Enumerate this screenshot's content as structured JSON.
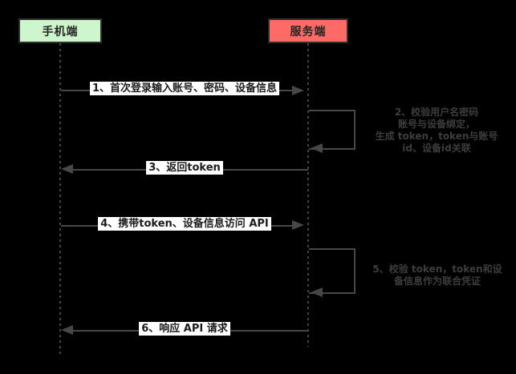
{
  "diagram": {
    "type": "sequence-diagram",
    "actors": [
      {
        "id": "mobile",
        "label": "手机端",
        "fill": "#cdf6cd",
        "border": "#2e2e2e"
      },
      {
        "id": "server",
        "label": "服务端",
        "fill": "#fe6a65",
        "border": "#2e2e2e"
      }
    ],
    "messages": [
      {
        "seq": "1",
        "type": "arrow",
        "from": "手机端",
        "to": "服务端",
        "label": "1、首次登录输入账号、密码、设备信息"
      },
      {
        "seq": "2",
        "type": "self-loop",
        "on": "服务端",
        "lines": [
          "2、校验用户名密码",
          "账号与设备绑定，",
          "生成 token，token与账号",
          "id、设备id关联"
        ]
      },
      {
        "seq": "3",
        "type": "arrow",
        "from": "服务端",
        "to": "手机端",
        "label": "3、返回token"
      },
      {
        "seq": "4",
        "type": "arrow",
        "from": "手机端",
        "to": "服务端",
        "label": "4、携带token、设备信息访问 API"
      },
      {
        "seq": "5",
        "type": "self-loop",
        "on": "服务端",
        "lines": [
          "5、校验 token，token和设",
          "备信息作为联合凭证"
        ]
      },
      {
        "seq": "6",
        "type": "arrow",
        "from": "服务端",
        "to": "手机端",
        "label": "6、响应 API 请求"
      }
    ],
    "colors": {
      "background": "#000000",
      "line": "#474747",
      "lifeline": "#454545",
      "label_bg": "#ffffff",
      "label_text": "#1c1c1c",
      "note_text": "#3d3d3d",
      "actor_mobile_fill": "#cdf6cd",
      "actor_server_fill": "#fe6a65",
      "actor_border": "#2e2e2e"
    }
  }
}
